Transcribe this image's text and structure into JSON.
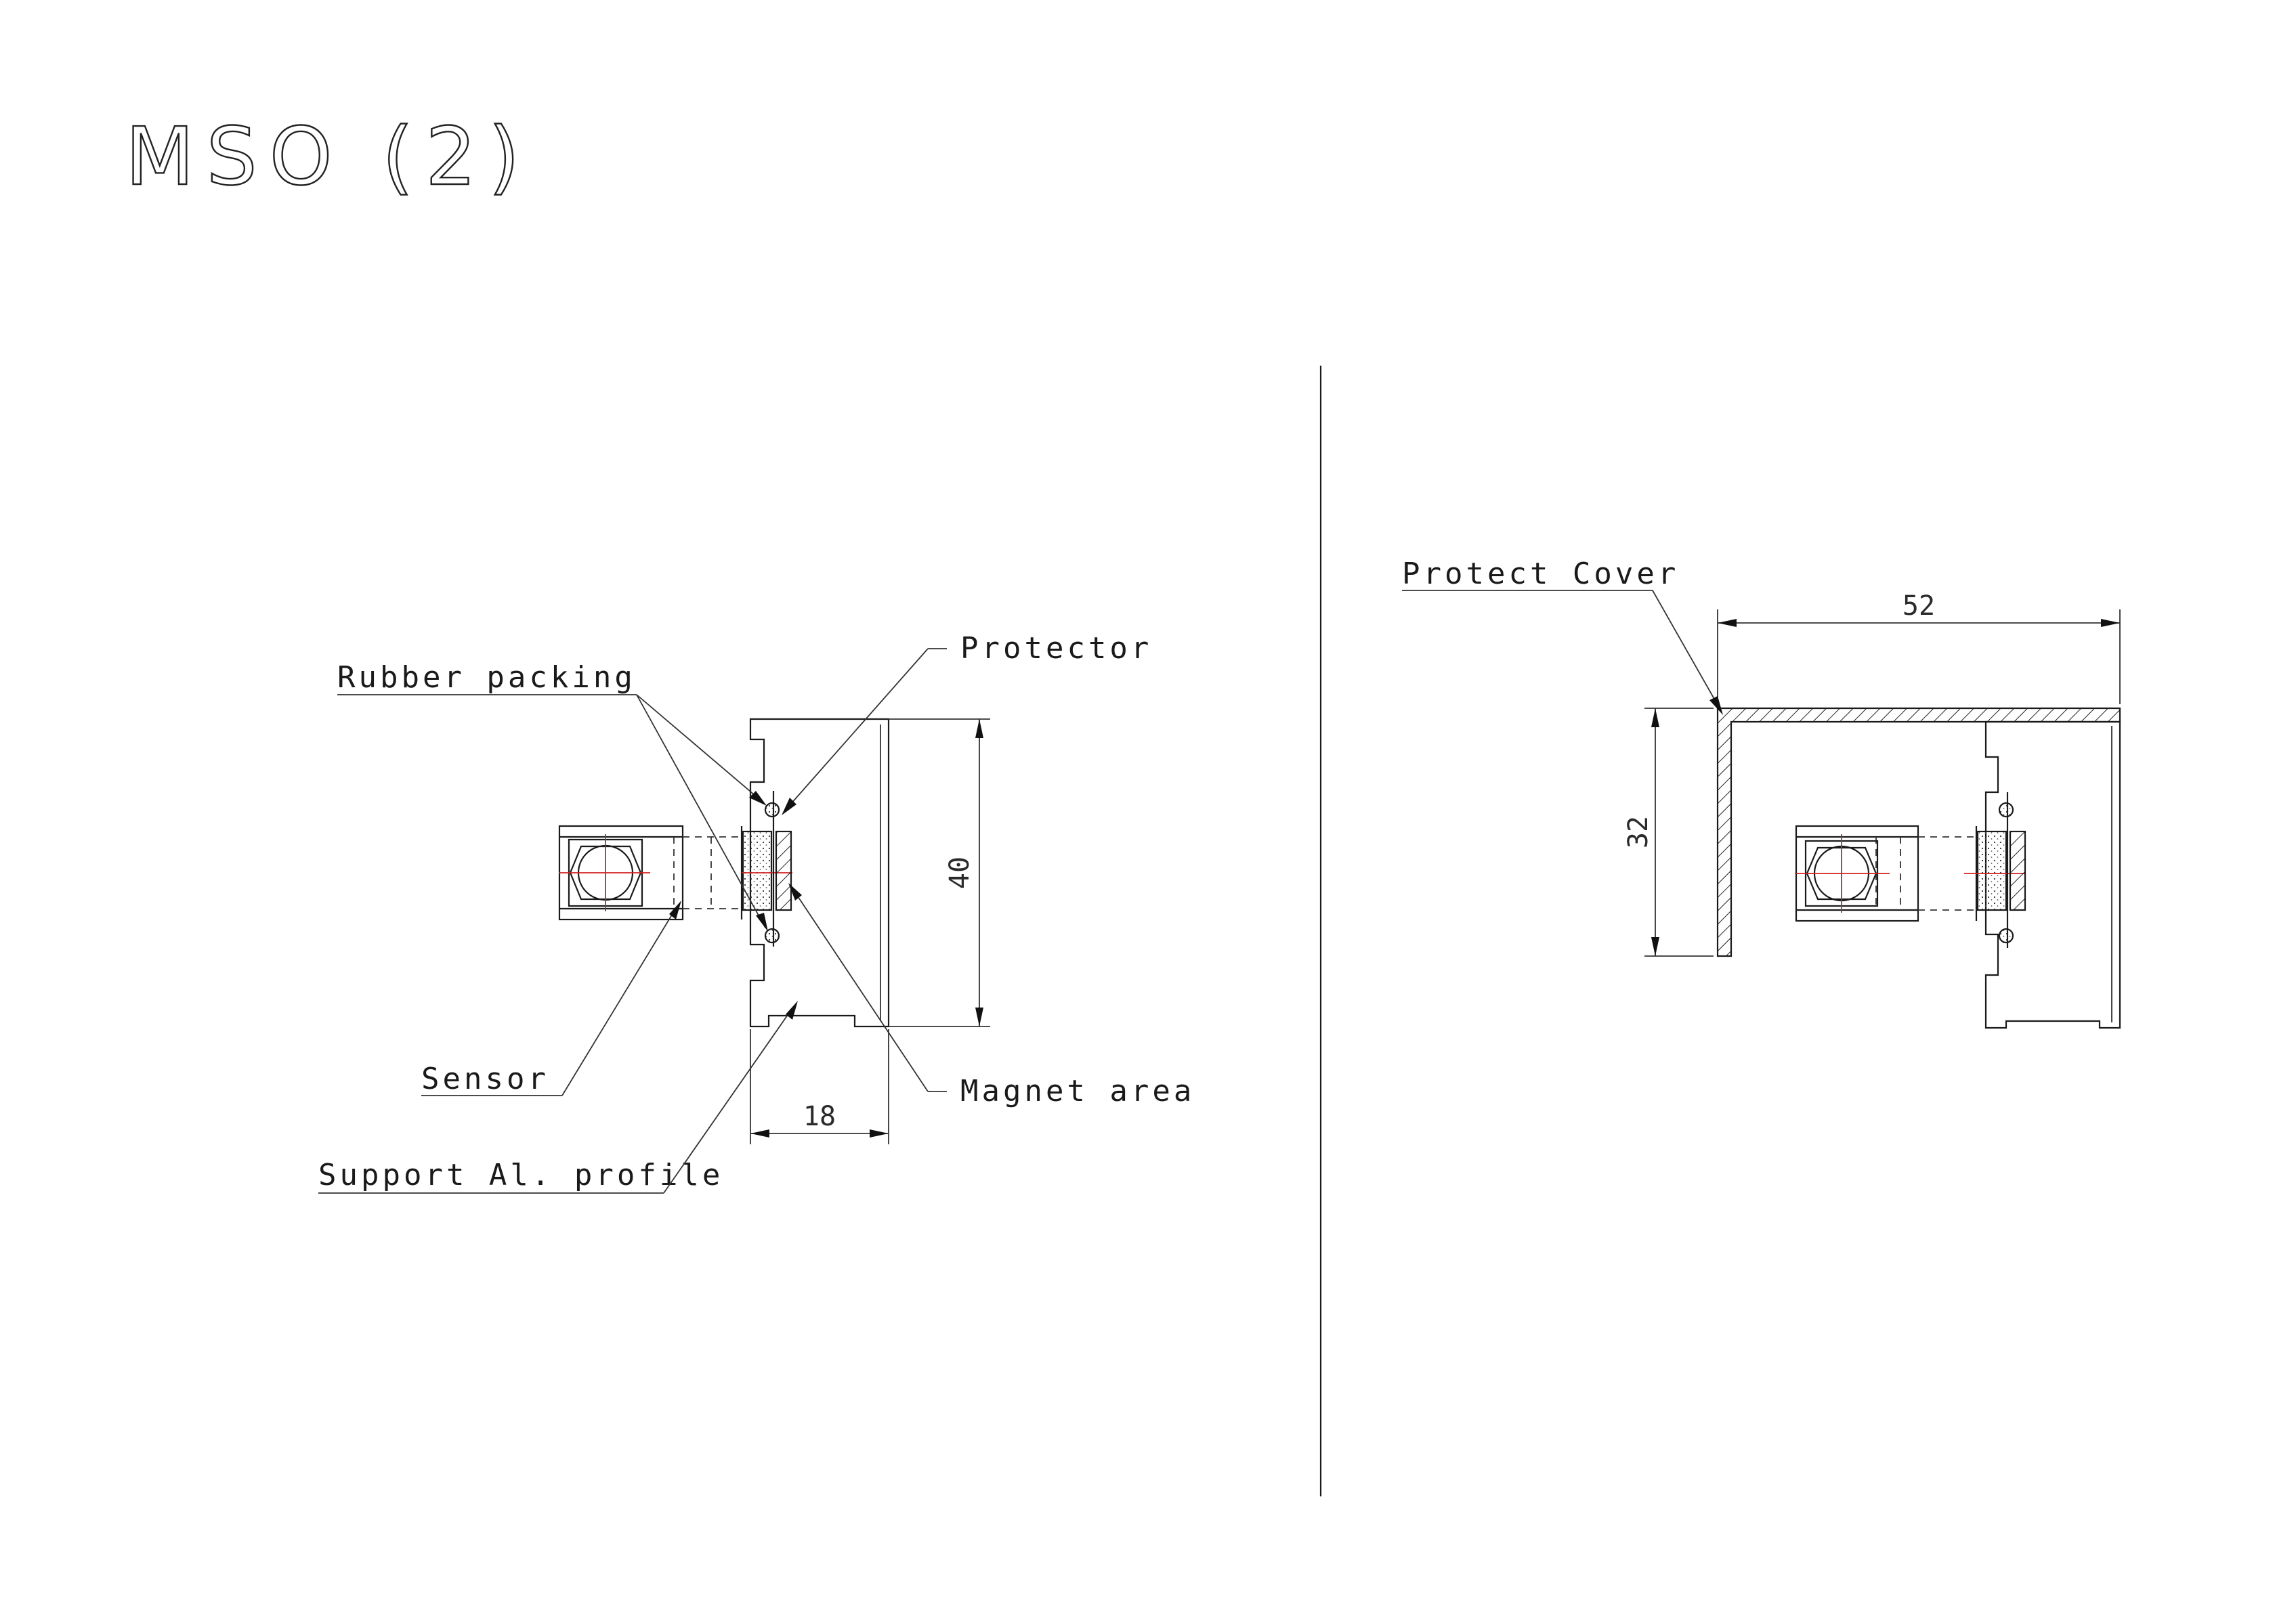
{
  "title": "MSO (2)",
  "labels": {
    "rubber_packing": "Rubber packing",
    "protector": "Protector",
    "sensor": "Sensor",
    "magnet_area": "Magnet area",
    "support_profile": "Support Al. profile",
    "protect_cover": "Protect Cover"
  },
  "dimensions": {
    "left_height": "40",
    "left_width": "18",
    "right_width": "52",
    "right_height": "32"
  },
  "colors": {
    "line": "#1a1a1a",
    "centerline": "#d42020"
  }
}
